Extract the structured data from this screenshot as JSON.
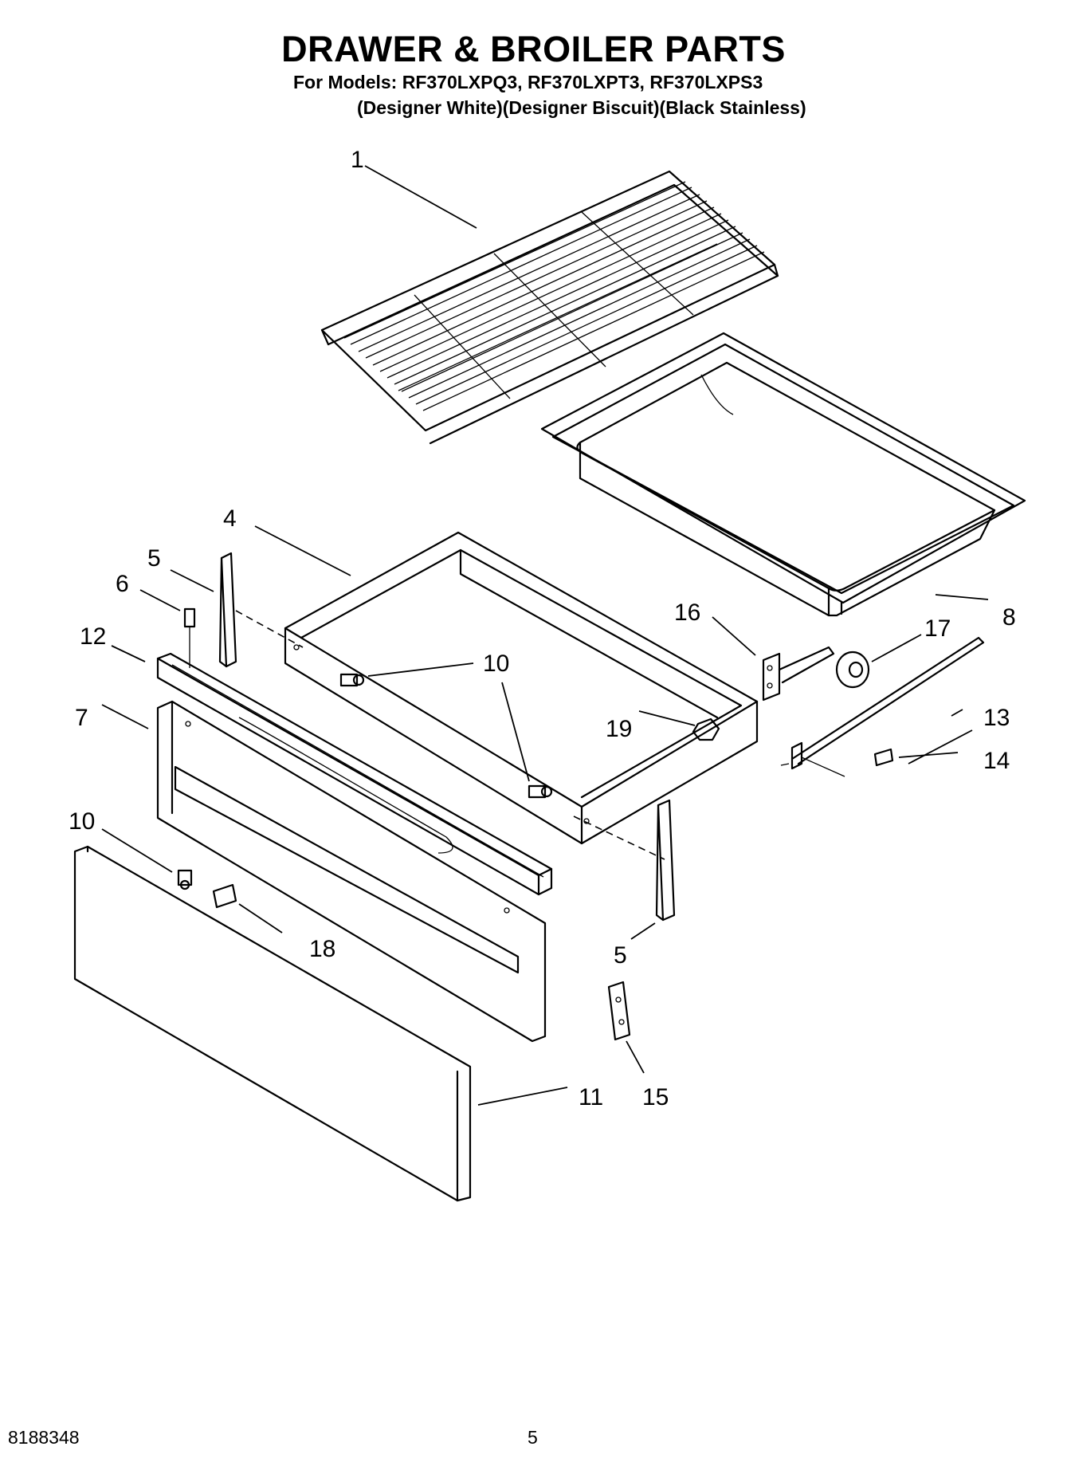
{
  "header": {
    "title": "DRAWER & BROILER PARTS",
    "models_line": "For Models: RF370LXPQ3, RF370LXPT3, RF370LXPS3",
    "colors_line": "(Designer White)(Designer Biscuit)(Black Stainless)"
  },
  "footer": {
    "doc_number": "8188348",
    "page_number": "5"
  },
  "callouts": {
    "c1": "1",
    "c4": "4",
    "c5a": "5",
    "c5b": "5",
    "c6": "6",
    "c7": "7",
    "c8": "8",
    "c10a": "10",
    "c10b": "10",
    "c11": "11",
    "c12": "12",
    "c13": "13",
    "c14": "14",
    "c15": "15",
    "c16": "16",
    "c17": "17",
    "c18": "18",
    "c19": "19"
  }
}
